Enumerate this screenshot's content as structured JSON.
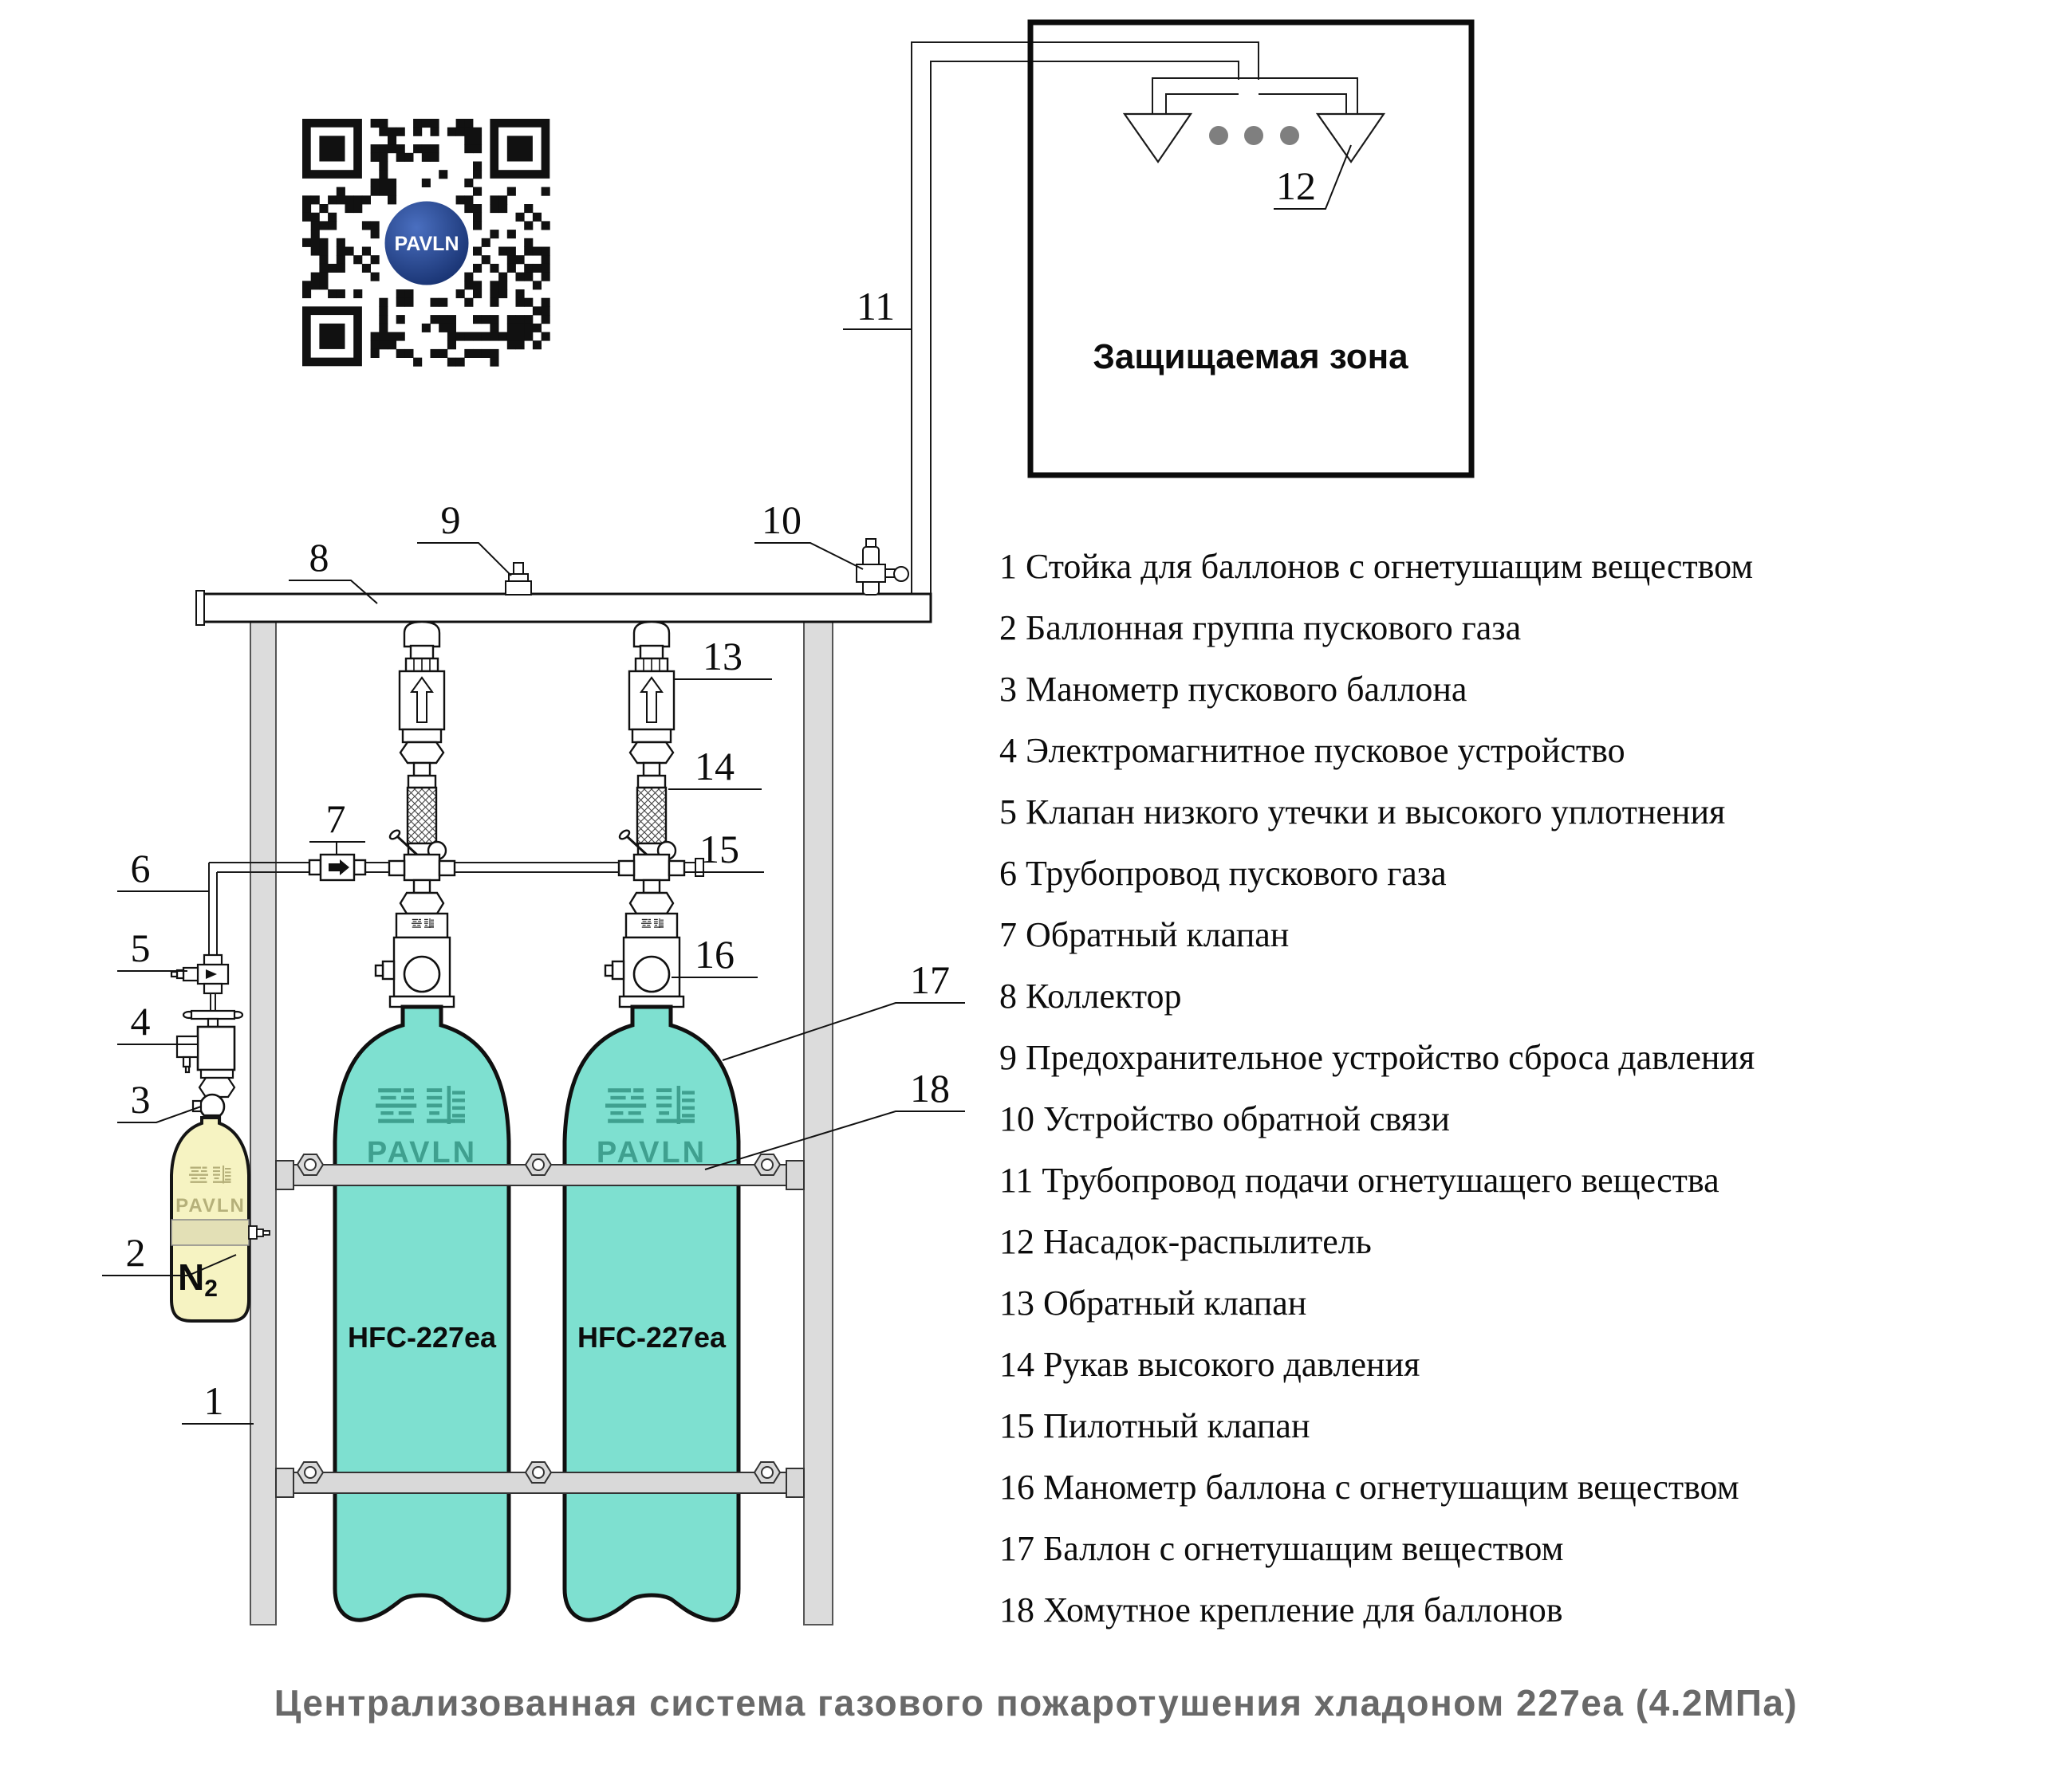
{
  "colors": {
    "cylinder_teal": "#7ee0d0",
    "cylinder_outline": "#101010",
    "n2_yellow": "#f6f3c2",
    "n2_band": "#e3e0b6",
    "brand_teal": "#3fa08f",
    "brand_olive": "#b5b07a",
    "rack_gray": "#dcdcdc",
    "band_gray": "#d9d9d9",
    "dots_gray": "#7f7f7f",
    "qr_blue_dark": "#16306e",
    "qr_blue_light": "#4a6fc0",
    "title_gray": "#696969"
  },
  "qr": {
    "logo_text": "PAVLN"
  },
  "protected_zone": {
    "label": "Защищаемая зона"
  },
  "cylinders": {
    "agent_label": "HFC-227ea",
    "brand_latin": "PAVLN",
    "brand_cjk_icon": "panlong-chinese-characters-icon",
    "n2_main": "N",
    "n2_sub": "2"
  },
  "legend": [
    {
      "num": "1",
      "label": "Стойка для баллонов с огнетушащим веществом"
    },
    {
      "num": "2",
      "label": "Баллонная группа пускового газа"
    },
    {
      "num": "3",
      "label": "Манометр пускового баллона"
    },
    {
      "num": "4",
      "label": "Электромагнитное пусковое устройство"
    },
    {
      "num": "5",
      "label": "Клапан низкого утечки и высокого уплотнения"
    },
    {
      "num": "6",
      "label": "Трубопровод пускового газа"
    },
    {
      "num": "7",
      "label": "Обратный клапан"
    },
    {
      "num": "8",
      "label": "Коллектор"
    },
    {
      "num": "9",
      "label": "Предохранительное устройство сброса давления"
    },
    {
      "num": "10",
      "label": "Устройство обратной связи"
    },
    {
      "num": "11",
      "label": "Трубопровод подачи огнетушащего вещества"
    },
    {
      "num": "12",
      "label": "Насадок-распылитель"
    },
    {
      "num": "13",
      "label": "Обратный клапан"
    },
    {
      "num": "14",
      "label": "Рукав высокого давления"
    },
    {
      "num": "15",
      "label": "Пилотный клапан"
    },
    {
      "num": "16",
      "label": "Манометр баллона с огнетушащим веществом"
    },
    {
      "num": "17",
      "label": "Баллон с огнетушащим веществом"
    },
    {
      "num": "18",
      "label": "Хомутное крепление для баллонов"
    }
  ],
  "footer": {
    "title": "Централизованная система газового пожаротушения хладоном 227еа (4.2МПа)"
  }
}
